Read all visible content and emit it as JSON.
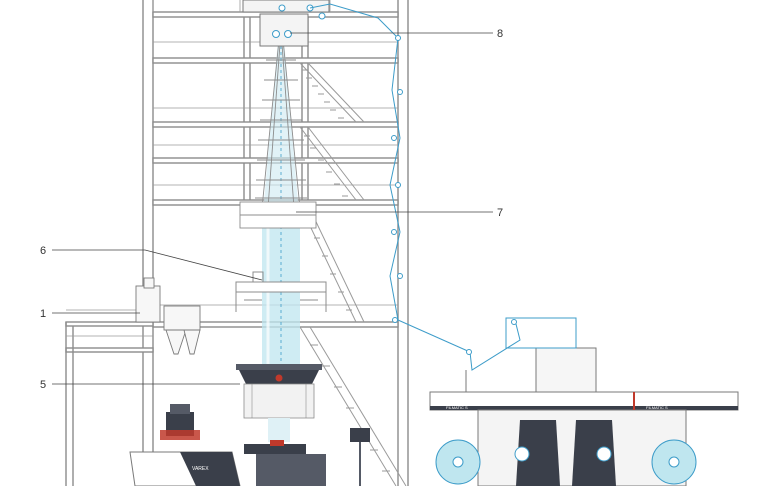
{
  "callouts": [
    {
      "id": "1",
      "label": "1"
    },
    {
      "id": "5",
      "label": "5"
    },
    {
      "id": "6",
      "label": "6"
    },
    {
      "id": "7",
      "label": "7"
    },
    {
      "id": "8",
      "label": "8"
    }
  ],
  "machine_labels": {
    "extruder_brand": "VAREX",
    "winder_left": "FILMATIC S",
    "winder_right": "FILMATIC S"
  },
  "colors": {
    "structure": "#8c8c8c",
    "film": "#3d9cc9",
    "bubble": "#bfe6ef",
    "accent": "#c0392b",
    "panel": "#3a3f4a"
  }
}
